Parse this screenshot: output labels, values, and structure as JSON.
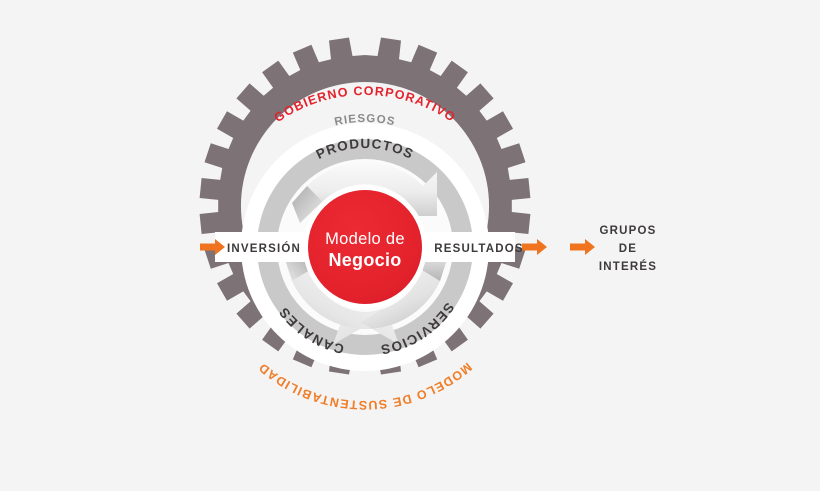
{
  "diagram": {
    "title": "Modelo de Negocio",
    "background_color": "#f4f4f4",
    "center": {
      "line1": "Modelo de",
      "line2": "Negocio",
      "fill_color": "#E3222C",
      "text_color": "#ffffff"
    },
    "outer_gear": {
      "color": "#7D7276",
      "teeth": 16
    },
    "rings": {
      "white_ring_color": "#ffffff",
      "gray_ring_color": "#C9C9C9",
      "light_ring_color": "#EFEFEF"
    },
    "outer_labels": [
      {
        "name": "gobierno-corporativo",
        "text": "GOBIERNO CORPORATIVO",
        "color": "#E3222C",
        "position": "top-arc"
      },
      {
        "name": "modelo-de-sustentabilidad",
        "text": "MODELO DE SUSTENTABILIDAD",
        "color": "#F07D27",
        "position": "bottom-arc"
      }
    ],
    "risk_label": {
      "name": "riesgos",
      "text": "RIESGOS",
      "color": "#8A8A8A",
      "position": "top-inner-arc"
    },
    "segments": [
      {
        "name": "productos",
        "text": "PRODUCTOS",
        "color": "#3E3A3B",
        "position": "top"
      },
      {
        "name": "servicios",
        "text": "SERVICIOS",
        "color": "#3E3A3B",
        "position": "bottom-right"
      },
      {
        "name": "canales",
        "text": "CANALES",
        "color": "#3E3A3B",
        "position": "bottom-left"
      }
    ],
    "flow": {
      "input": {
        "name": "inversion",
        "text": "INVERSIÓN",
        "color": "#3E3A3B"
      },
      "output": {
        "name": "resultados",
        "text": "RESULTADOS",
        "color": "#3E3A3B"
      },
      "stakeholders": {
        "name": "grupos-de-interes",
        "line1": "GRUPOS",
        "line2": "DE",
        "line3": "INTERÉS",
        "color": "#3E3A3B"
      },
      "arrow_color": "#F0741F"
    }
  }
}
